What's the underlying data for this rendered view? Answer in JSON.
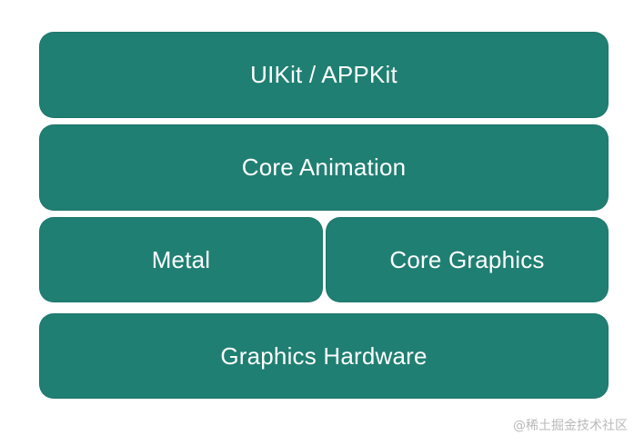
{
  "colors": {
    "block_fill": "#1f7f72",
    "text": "#ffffff",
    "background": "#ffffff",
    "watermark": "#b9b9b9"
  },
  "layers": [
    {
      "label": "UIKit / APPKit"
    },
    {
      "label": "Core Animation"
    },
    {
      "label": "Metal"
    },
    {
      "label": "Core Graphics"
    },
    {
      "label": "Graphics Hardware"
    }
  ],
  "watermark": {
    "text": "@稀土掘金技术社区"
  }
}
